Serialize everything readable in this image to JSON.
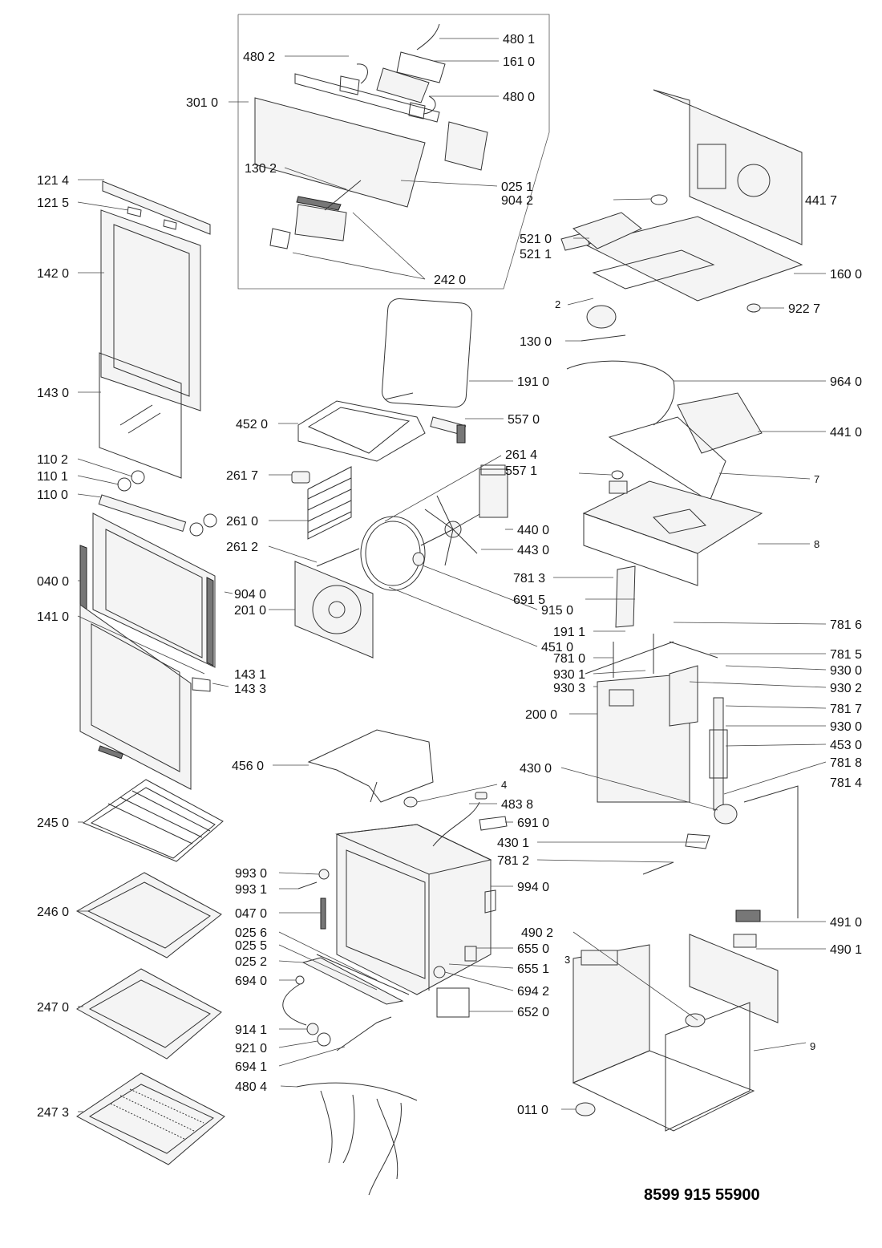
{
  "sheet_code": "8599 915 55900",
  "callouts": [
    {
      "id": "480-1",
      "text": "480 1"
    },
    {
      "id": "480-2",
      "text": "480 2"
    },
    {
      "id": "161-0",
      "text": "161 0"
    },
    {
      "id": "301-0",
      "text": "301 0"
    },
    {
      "id": "480-0",
      "text": "480 0"
    },
    {
      "id": "121-4",
      "text": "121 4"
    },
    {
      "id": "121-5",
      "text": "121 5"
    },
    {
      "id": "130-2",
      "text": "130 2"
    },
    {
      "id": "025-1",
      "text": "025 1"
    },
    {
      "id": "904-2",
      "text": "904 2"
    },
    {
      "id": "441-7",
      "text": "441 7"
    },
    {
      "id": "521-0",
      "text": "521 0"
    },
    {
      "id": "521-1",
      "text": "521 1"
    },
    {
      "id": "142-0",
      "text": "142 0"
    },
    {
      "id": "242-0",
      "text": "242 0"
    },
    {
      "id": "160-0",
      "text": "160 0"
    },
    {
      "id": "2",
      "text": "2"
    },
    {
      "id": "922-7",
      "text": "922 7"
    },
    {
      "id": "130-0",
      "text": "130 0"
    },
    {
      "id": "191-0",
      "text": "191 0"
    },
    {
      "id": "143-0",
      "text": "143 0"
    },
    {
      "id": "964-0",
      "text": "964 0"
    },
    {
      "id": "452-0",
      "text": "452 0"
    },
    {
      "id": "557-0",
      "text": "557 0"
    },
    {
      "id": "441-0",
      "text": "441 0"
    },
    {
      "id": "110-2",
      "text": "110 2"
    },
    {
      "id": "261-4",
      "text": "261 4"
    },
    {
      "id": "110-1",
      "text": "110 1"
    },
    {
      "id": "261-7",
      "text": "261 7"
    },
    {
      "id": "557-1",
      "text": "557 1"
    },
    {
      "id": "7",
      "text": "7"
    },
    {
      "id": "110-0",
      "text": "110 0"
    },
    {
      "id": "261-0",
      "text": "261 0"
    },
    {
      "id": "440-0",
      "text": "440 0"
    },
    {
      "id": "261-2",
      "text": "261 2"
    },
    {
      "id": "443-0",
      "text": "443 0"
    },
    {
      "id": "8",
      "text": "8"
    },
    {
      "id": "040-0",
      "text": "040 0"
    },
    {
      "id": "781-3",
      "text": "781 3"
    },
    {
      "id": "691-5",
      "text": "691 5"
    },
    {
      "id": "904-0",
      "text": "904 0"
    },
    {
      "id": "915-0",
      "text": "915 0"
    },
    {
      "id": "201-0",
      "text": "201 0"
    },
    {
      "id": "141-0",
      "text": "141 0"
    },
    {
      "id": "781-6",
      "text": "781 6"
    },
    {
      "id": "451-0",
      "text": "451 0"
    },
    {
      "id": "191-1",
      "text": "191 1"
    },
    {
      "id": "781-5",
      "text": "781 5"
    },
    {
      "id": "781-0",
      "text": "781 0"
    },
    {
      "id": "930-1",
      "text": "930 1"
    },
    {
      "id": "930-0a",
      "text": "930 0"
    },
    {
      "id": "143-1",
      "text": "143 1"
    },
    {
      "id": "930-3",
      "text": "930 3"
    },
    {
      "id": "930-2",
      "text": "930 2"
    },
    {
      "id": "143-3",
      "text": "143 3"
    },
    {
      "id": "200-0",
      "text": "200 0"
    },
    {
      "id": "781-7",
      "text": "781 7"
    },
    {
      "id": "930-0b",
      "text": "930 0"
    },
    {
      "id": "453-0",
      "text": "453 0"
    },
    {
      "id": "456-0",
      "text": "456 0"
    },
    {
      "id": "430-0",
      "text": "430 0"
    },
    {
      "id": "781-8",
      "text": "781 8"
    },
    {
      "id": "781-4",
      "text": "781 4"
    },
    {
      "id": "4",
      "text": "4"
    },
    {
      "id": "245-0",
      "text": "245 0"
    },
    {
      "id": "483-8",
      "text": "483 8"
    },
    {
      "id": "691-0",
      "text": "691 0"
    },
    {
      "id": "430-1",
      "text": "430 1"
    },
    {
      "id": "781-2",
      "text": "781 2"
    },
    {
      "id": "993-0",
      "text": "993 0"
    },
    {
      "id": "993-1",
      "text": "993 1"
    },
    {
      "id": "994-0",
      "text": "994 0"
    },
    {
      "id": "246-0",
      "text": "246 0"
    },
    {
      "id": "047-0",
      "text": "047 0"
    },
    {
      "id": "491-0",
      "text": "491 0"
    },
    {
      "id": "490-2",
      "text": "490 2"
    },
    {
      "id": "025-6",
      "text": "025 6"
    },
    {
      "id": "490-1",
      "text": "490 1"
    },
    {
      "id": "025-5",
      "text": "025 5"
    },
    {
      "id": "655-0",
      "text": "655 0"
    },
    {
      "id": "3",
      "text": "3"
    },
    {
      "id": "025-2",
      "text": "025 2"
    },
    {
      "id": "655-1",
      "text": "655 1"
    },
    {
      "id": "694-0",
      "text": "694 0"
    },
    {
      "id": "694-2",
      "text": "694 2"
    },
    {
      "id": "247-0",
      "text": "247 0"
    },
    {
      "id": "652-0",
      "text": "652 0"
    },
    {
      "id": "914-1",
      "text": "914 1"
    },
    {
      "id": "9",
      "text": "9"
    },
    {
      "id": "921-0",
      "text": "921 0"
    },
    {
      "id": "694-1",
      "text": "694 1"
    },
    {
      "id": "480-4",
      "text": "480 4"
    },
    {
      "id": "247-3",
      "text": "247 3"
    },
    {
      "id": "011-0",
      "text": "011 0"
    }
  ]
}
